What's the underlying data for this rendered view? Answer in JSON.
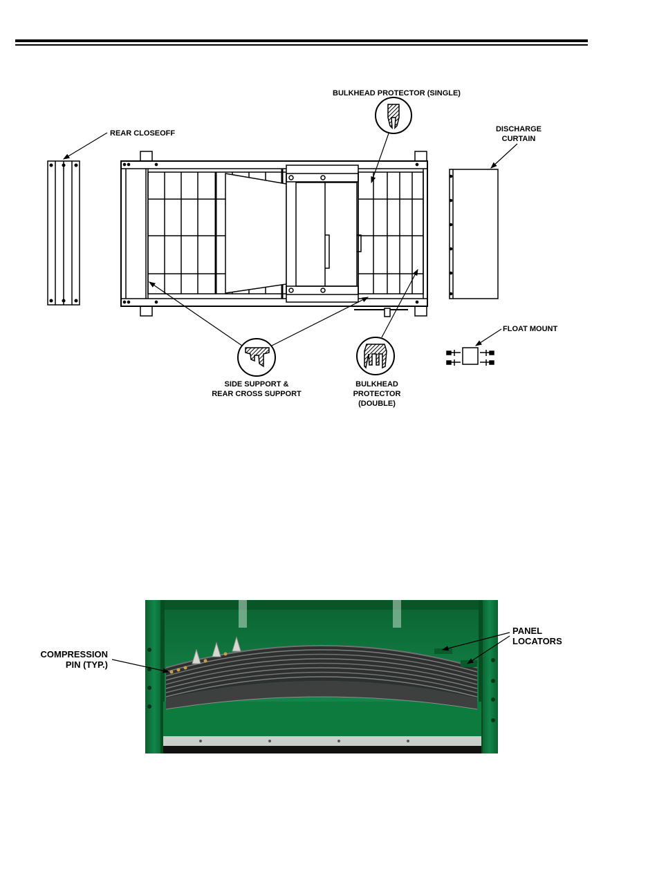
{
  "figure1": {
    "labels": {
      "rear_closeoff": "REAR CLOSEOFF",
      "bulkhead_single": "BULKHEAD PROTECTOR (SINGLE)",
      "discharge_curtain_1": "DISCHARGE",
      "discharge_curtain_2": "CURTAIN",
      "float_mount": "FLOAT MOUNT",
      "side_support_1": "SIDE SUPPORT &",
      "side_support_2": "REAR CROSS SUPPORT",
      "bulkhead_double_1": "BULKHEAD",
      "bulkhead_double_2": "PROTECTOR",
      "bulkhead_double_3": "(DOUBLE)"
    }
  },
  "figure2": {
    "labels": {
      "compression_pin_1": "COMPRESSION",
      "compression_pin_2": "PIN (TYP.)",
      "panel_locators_1": "PANEL",
      "panel_locators_2": "LOCATORS"
    },
    "colors": {
      "housing_green": "#0f7a3c",
      "housing_dark": "#064d22",
      "rubber": "#3b3d3c"
    }
  }
}
